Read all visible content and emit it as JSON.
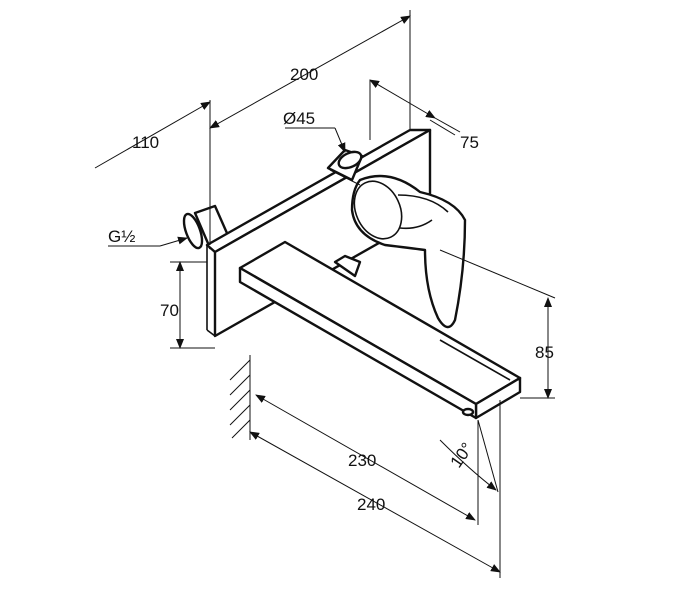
{
  "dimensions": {
    "width_total": "200",
    "diameter": "Ø45",
    "depth_handle": "75",
    "depth_pipe": "110",
    "thread": "G½",
    "height_left": "70",
    "height_right": "85",
    "spout_230": "230",
    "spout_240": "240",
    "angle": "10°"
  }
}
